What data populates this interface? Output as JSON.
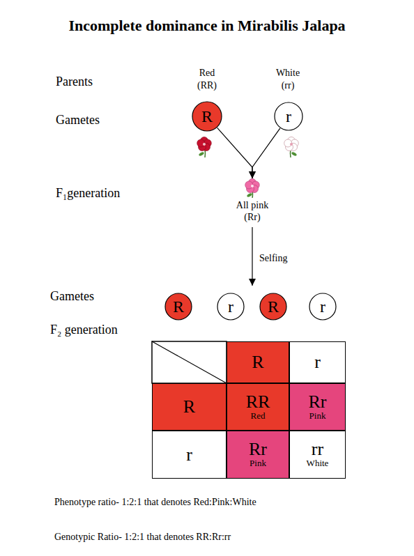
{
  "diagram": {
    "title": "Incomplete dominance in Mirabilis Jalapa",
    "nodes": [
      {
        "text": [
          "R"
        ]
      },
      {
        "text": [
          "r"
        ]
      },
      {
        "text": [
          "All pink (Rr)"
        ]
      },
      {
        "text": [
          "R"
        ]
      },
      {
        "text": [
          "r"
        ]
      },
      {
        "text": [
          "R"
        ]
      },
      {
        "text": [
          "r"
        ]
      },
      {
        "text": [
          "R"
        ]
      },
      {
        "text": [
          "r"
        ]
      },
      {
        "text": [
          "R"
        ]
      },
      {
        "text": [
          "RR",
          "Red"
        ]
      },
      {
        "text": [
          "Rr",
          "Pink"
        ]
      },
      {
        "text": [
          "r"
        ]
      },
      {
        "text": [
          "Rr",
          "Pink"
        ]
      },
      {
        "text": [
          "rr",
          "White"
        ]
      }
    ],
    "edges": [
      {
        "from": 0,
        "to": 2,
        "arrow": "to"
      },
      {
        "from": 1,
        "to": 2,
        "arrow": "to"
      }
    ],
    "labels": [
      "Parents",
      "Red (RR)",
      "White (rr)",
      "Gametes",
      "F₁generation",
      "Selfing",
      "Gametes",
      "F₂ generation",
      "Phenotype ratio- 1:2:1 that denotes Red:Pink:White",
      "Genotypic Ratio- 1:2:1 that denotes RR:Rr:rr"
    ]
  }
}
